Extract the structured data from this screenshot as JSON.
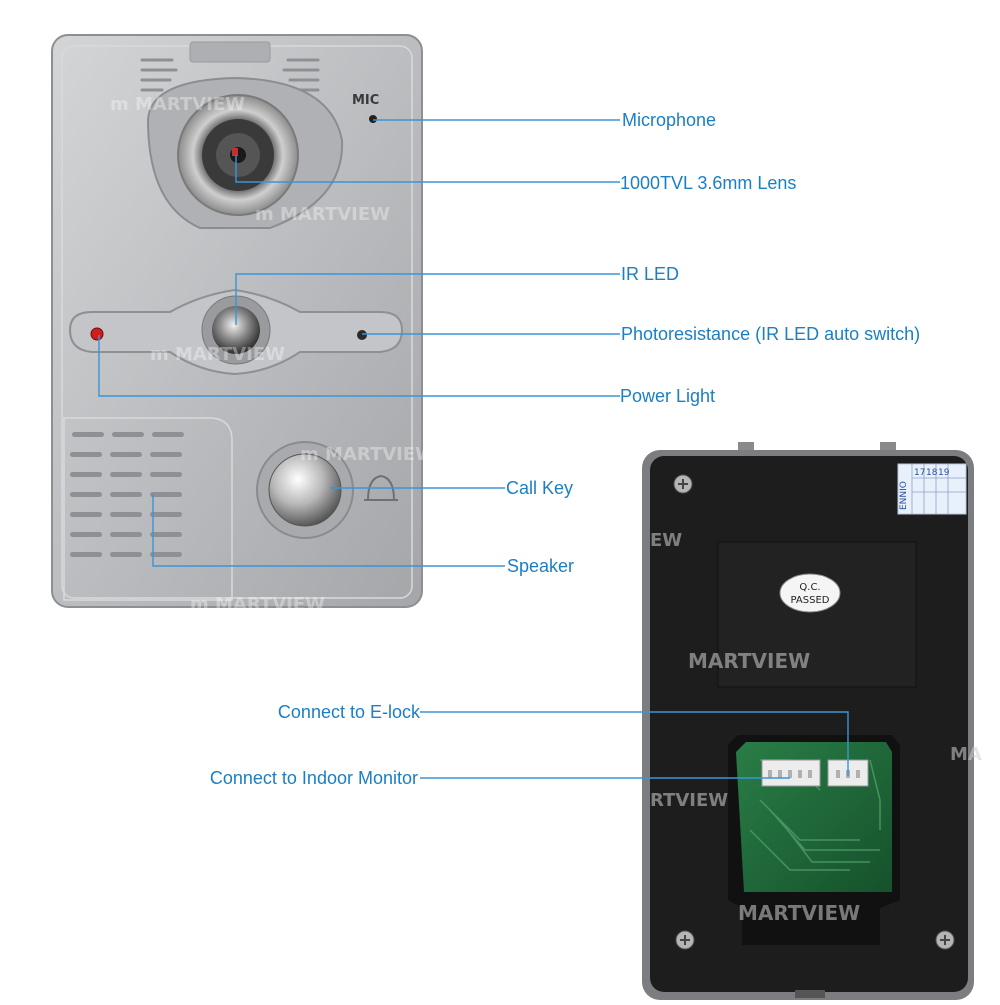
{
  "front": {
    "mic_text": "MIC",
    "watermark": "MARTVIEW"
  },
  "back": {
    "qc_line1": "Q.C.",
    "qc_line2": "PASSED",
    "sticker_text": "ENNIO",
    "sticker_numbers": [
      "17",
      "18",
      "19"
    ],
    "watermark": "MARTVIEW",
    "watermark_partial_1": "EW",
    "watermark_partial_2": "MA",
    "watermark_partial_3": "RTVIEW"
  },
  "labels": {
    "microphone": "Microphone",
    "lens": "1000TVL 3.6mm Lens",
    "ir_led": "IR LED",
    "photoresistance": "Photoresistance (IR LED auto switch)",
    "power_light": "Power Light",
    "call_key": "Call Key",
    "speaker": "Speaker",
    "elock": "Connect to E-lock",
    "indoor": "Connect to Indoor Monitor"
  },
  "colors": {
    "label_text": "#1a7fc4",
    "leader_line": "#3a95d6",
    "panel_silver": "#b9babc",
    "back_body": "#1d1d1d",
    "pcb_green": "#1f6b3a"
  }
}
